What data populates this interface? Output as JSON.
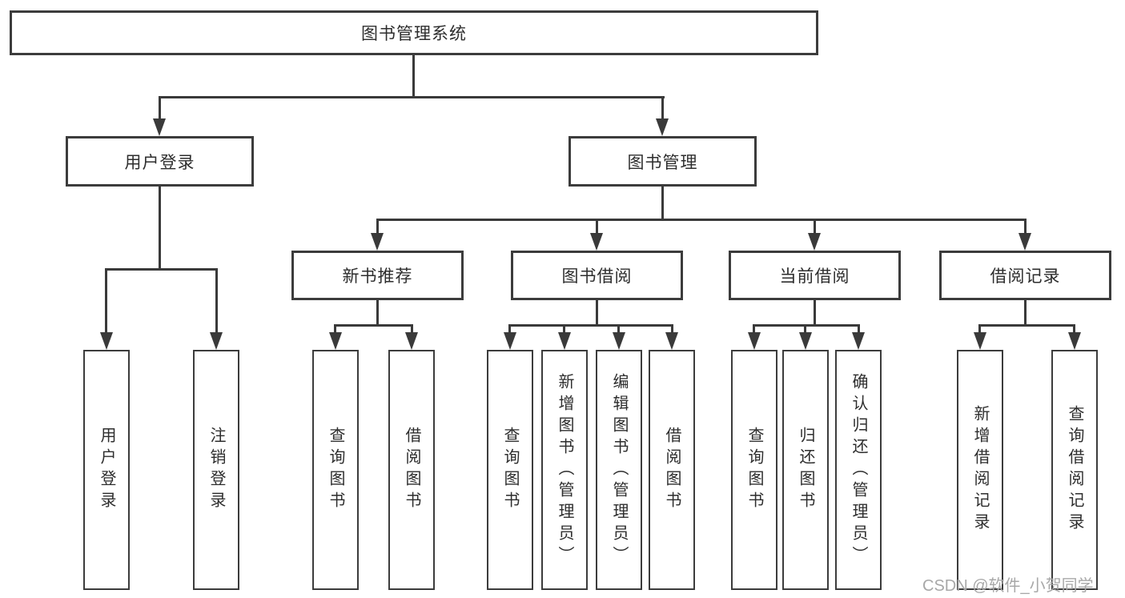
{
  "tree": {
    "label": "图书管理系统",
    "children": [
      {
        "label": "用户登录",
        "children": [
          {
            "label": "用户登录"
          },
          {
            "label": "注销登录"
          }
        ]
      },
      {
        "label": "图书管理",
        "children": [
          {
            "label": "新书推荐",
            "children": [
              {
                "label": "查询图书"
              },
              {
                "label": "借阅图书"
              }
            ]
          },
          {
            "label": "图书借阅",
            "children": [
              {
                "label": "查询图书"
              },
              {
                "label": "新增图书（管理员）"
              },
              {
                "label": "编辑图书（管理员）"
              },
              {
                "label": "借阅图书"
              }
            ]
          },
          {
            "label": "当前借阅",
            "children": [
              {
                "label": "查询图书"
              },
              {
                "label": "归还图书"
              },
              {
                "label": "确认归还（管理员）"
              }
            ]
          },
          {
            "label": "借阅记录",
            "children": [
              {
                "label": "新增借阅记录"
              },
              {
                "label": "查询借阅记录"
              }
            ]
          }
        ]
      }
    ]
  },
  "watermark": {
    "text": "CSDN @软件_小贺同学"
  },
  "colors": {
    "background": "#ffffff",
    "line": "#3a3a3a",
    "box_border": "#3c3c3c",
    "text": "#2d2d2d",
    "watermark_text": "#a8a8a8"
  }
}
